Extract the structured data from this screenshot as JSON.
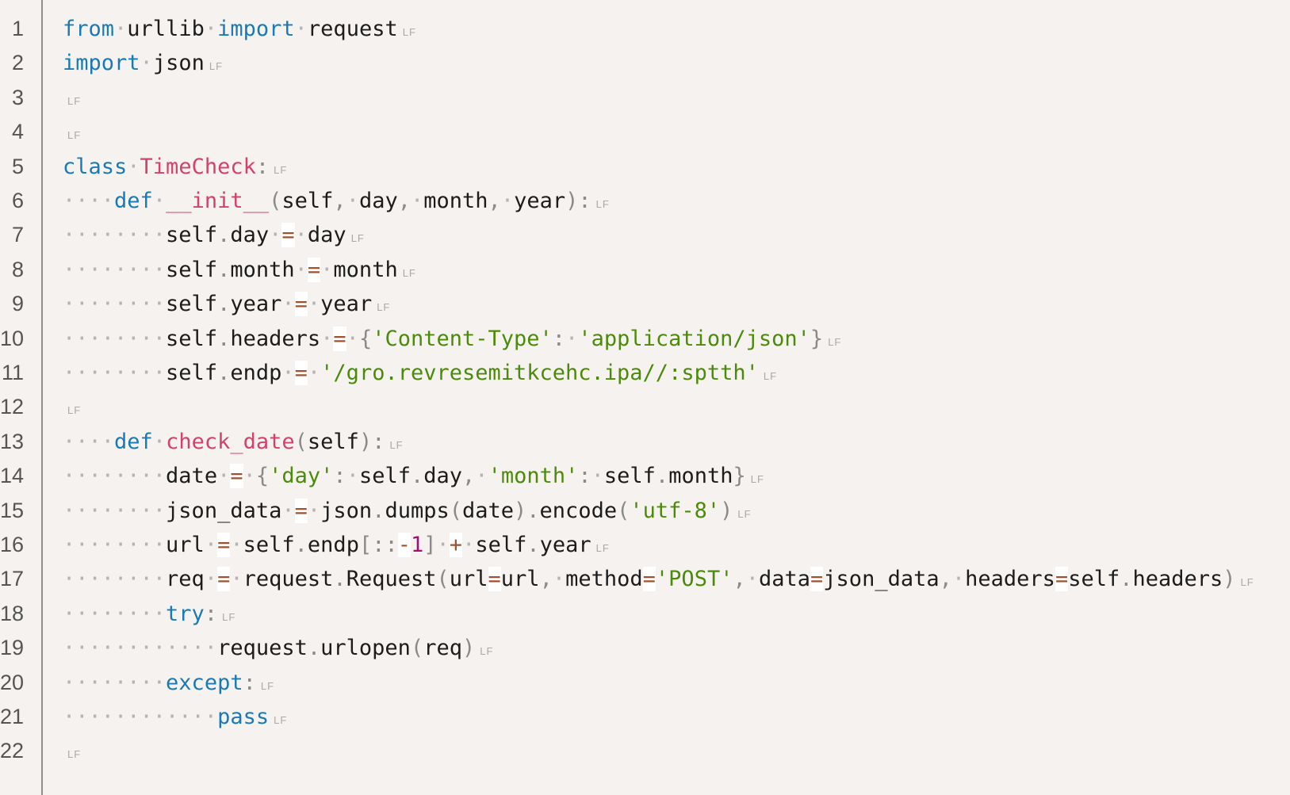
{
  "colors": {
    "background": "#f5f2ef",
    "keyword": "#1a7ab3",
    "function_name": "#d4416b",
    "string": "#4c8a0a",
    "number": "#9e0f77",
    "operator": "#a0522d",
    "whitespace_marker": "#b3b3b3"
  },
  "line_numbers": [
    "1",
    "2",
    "3",
    "4",
    "5",
    "6",
    "7",
    "8",
    "9",
    "10",
    "11",
    "12",
    "13",
    "14",
    "15",
    "16",
    "17",
    "18",
    "19",
    "20",
    "21",
    "22"
  ],
  "eol_marker": "LF",
  "lines": [
    [
      [
        "kw",
        "from"
      ],
      [
        "ws",
        "·"
      ],
      [
        "id",
        "urllib"
      ],
      [
        "ws",
        "·"
      ],
      [
        "kw",
        "import"
      ],
      [
        "ws",
        "·"
      ],
      [
        "id",
        "request"
      ]
    ],
    [
      [
        "kw",
        "import"
      ],
      [
        "ws",
        "·"
      ],
      [
        "id",
        "json"
      ]
    ],
    [],
    [],
    [
      [
        "kw",
        "class"
      ],
      [
        "ws",
        "·"
      ],
      [
        "fn",
        "TimeCheck"
      ],
      [
        "pun",
        ":"
      ]
    ],
    [
      [
        "ws",
        "····"
      ],
      [
        "kw",
        "def"
      ],
      [
        "ws",
        "·"
      ],
      [
        "fn",
        "__init__"
      ],
      [
        "pun",
        "("
      ],
      [
        "id",
        "self"
      ],
      [
        "pun",
        ","
      ],
      [
        "ws",
        "·"
      ],
      [
        "id",
        "day"
      ],
      [
        "pun",
        ","
      ],
      [
        "ws",
        "·"
      ],
      [
        "id",
        "month"
      ],
      [
        "pun",
        ","
      ],
      [
        "ws",
        "·"
      ],
      [
        "id",
        "year"
      ],
      [
        "pun",
        "):"
      ]
    ],
    [
      [
        "ws",
        "········"
      ],
      [
        "id",
        "self"
      ],
      [
        "pun",
        "."
      ],
      [
        "id",
        "day"
      ],
      [
        "ws",
        "·"
      ],
      [
        "op",
        "="
      ],
      [
        "ws",
        "·"
      ],
      [
        "id",
        "day"
      ]
    ],
    [
      [
        "ws",
        "········"
      ],
      [
        "id",
        "self"
      ],
      [
        "pun",
        "."
      ],
      [
        "id",
        "month"
      ],
      [
        "ws",
        "·"
      ],
      [
        "op",
        "="
      ],
      [
        "ws",
        "·"
      ],
      [
        "id",
        "month"
      ]
    ],
    [
      [
        "ws",
        "········"
      ],
      [
        "id",
        "self"
      ],
      [
        "pun",
        "."
      ],
      [
        "id",
        "year"
      ],
      [
        "ws",
        "·"
      ],
      [
        "op",
        "="
      ],
      [
        "ws",
        "·"
      ],
      [
        "id",
        "year"
      ]
    ],
    [
      [
        "ws",
        "········"
      ],
      [
        "id",
        "self"
      ],
      [
        "pun",
        "."
      ],
      [
        "id",
        "headers"
      ],
      [
        "ws",
        "·"
      ],
      [
        "op",
        "="
      ],
      [
        "ws",
        "·"
      ],
      [
        "pun",
        "{"
      ],
      [
        "str",
        "'Content-Type'"
      ],
      [
        "pun",
        ":"
      ],
      [
        "ws",
        "·"
      ],
      [
        "str",
        "'application/json'"
      ],
      [
        "pun",
        "}"
      ]
    ],
    [
      [
        "ws",
        "········"
      ],
      [
        "id",
        "self"
      ],
      [
        "pun",
        "."
      ],
      [
        "id",
        "endp"
      ],
      [
        "ws",
        "·"
      ],
      [
        "op",
        "="
      ],
      [
        "ws",
        "·"
      ],
      [
        "str",
        "'/gro.revresemitkcehc.ipa//:sptth'"
      ]
    ],
    [],
    [
      [
        "ws",
        "····"
      ],
      [
        "kw",
        "def"
      ],
      [
        "ws",
        "·"
      ],
      [
        "fn",
        "check_date"
      ],
      [
        "pun",
        "("
      ],
      [
        "id",
        "self"
      ],
      [
        "pun",
        "):"
      ]
    ],
    [
      [
        "ws",
        "········"
      ],
      [
        "id",
        "date"
      ],
      [
        "ws",
        "·"
      ],
      [
        "op",
        "="
      ],
      [
        "ws",
        "·"
      ],
      [
        "pun",
        "{"
      ],
      [
        "str",
        "'day'"
      ],
      [
        "pun",
        ":"
      ],
      [
        "ws",
        "·"
      ],
      [
        "id",
        "self"
      ],
      [
        "pun",
        "."
      ],
      [
        "id",
        "day"
      ],
      [
        "pun",
        ","
      ],
      [
        "ws",
        "·"
      ],
      [
        "str",
        "'month'"
      ],
      [
        "pun",
        ":"
      ],
      [
        "ws",
        "·"
      ],
      [
        "id",
        "self"
      ],
      [
        "pun",
        "."
      ],
      [
        "id",
        "month"
      ],
      [
        "pun",
        "}"
      ]
    ],
    [
      [
        "ws",
        "········"
      ],
      [
        "id",
        "json_data"
      ],
      [
        "ws",
        "·"
      ],
      [
        "op",
        "="
      ],
      [
        "ws",
        "·"
      ],
      [
        "id",
        "json"
      ],
      [
        "pun",
        "."
      ],
      [
        "id",
        "dumps"
      ],
      [
        "pun",
        "("
      ],
      [
        "id",
        "date"
      ],
      [
        "pun",
        ")."
      ],
      [
        "id",
        "encode"
      ],
      [
        "pun",
        "("
      ],
      [
        "str",
        "'utf-8'"
      ],
      [
        "pun",
        ")"
      ]
    ],
    [
      [
        "ws",
        "········"
      ],
      [
        "id",
        "url"
      ],
      [
        "ws",
        "·"
      ],
      [
        "op",
        "="
      ],
      [
        "ws",
        "·"
      ],
      [
        "id",
        "self"
      ],
      [
        "pun",
        "."
      ],
      [
        "id",
        "endp"
      ],
      [
        "pun",
        "[::"
      ],
      [
        "op",
        "-"
      ],
      [
        "num",
        "1"
      ],
      [
        "pun",
        "]"
      ],
      [
        "ws",
        "·"
      ],
      [
        "op",
        "+"
      ],
      [
        "ws",
        "·"
      ],
      [
        "id",
        "self"
      ],
      [
        "pun",
        "."
      ],
      [
        "id",
        "year"
      ]
    ],
    [
      [
        "ws",
        "········"
      ],
      [
        "id",
        "req"
      ],
      [
        "ws",
        "·"
      ],
      [
        "op",
        "="
      ],
      [
        "ws",
        "·"
      ],
      [
        "id",
        "request"
      ],
      [
        "pun",
        "."
      ],
      [
        "id",
        "Request"
      ],
      [
        "pun",
        "("
      ],
      [
        "id",
        "url"
      ],
      [
        "op",
        "="
      ],
      [
        "id",
        "url"
      ],
      [
        "pun",
        ","
      ],
      [
        "ws",
        "·"
      ],
      [
        "id",
        "method"
      ],
      [
        "op",
        "="
      ],
      [
        "str",
        "'POST'"
      ],
      [
        "pun",
        ","
      ],
      [
        "ws",
        "·"
      ],
      [
        "id",
        "data"
      ],
      [
        "op",
        "="
      ],
      [
        "id",
        "json_data"
      ],
      [
        "pun",
        ","
      ],
      [
        "ws",
        "·"
      ],
      [
        "id",
        "headers"
      ],
      [
        "op",
        "="
      ],
      [
        "id",
        "self"
      ],
      [
        "pun",
        "."
      ],
      [
        "id",
        "headers"
      ],
      [
        "pun",
        ")"
      ]
    ],
    [
      [
        "ws",
        "········"
      ],
      [
        "kw",
        "try"
      ],
      [
        "pun",
        ":"
      ]
    ],
    [
      [
        "ws",
        "············"
      ],
      [
        "id",
        "request"
      ],
      [
        "pun",
        "."
      ],
      [
        "id",
        "urlopen"
      ],
      [
        "pun",
        "("
      ],
      [
        "id",
        "req"
      ],
      [
        "pun",
        ")"
      ]
    ],
    [
      [
        "ws",
        "········"
      ],
      [
        "kw",
        "except"
      ],
      [
        "pun",
        ":"
      ]
    ],
    [
      [
        "ws",
        "············"
      ],
      [
        "kw",
        "pass"
      ]
    ],
    []
  ]
}
